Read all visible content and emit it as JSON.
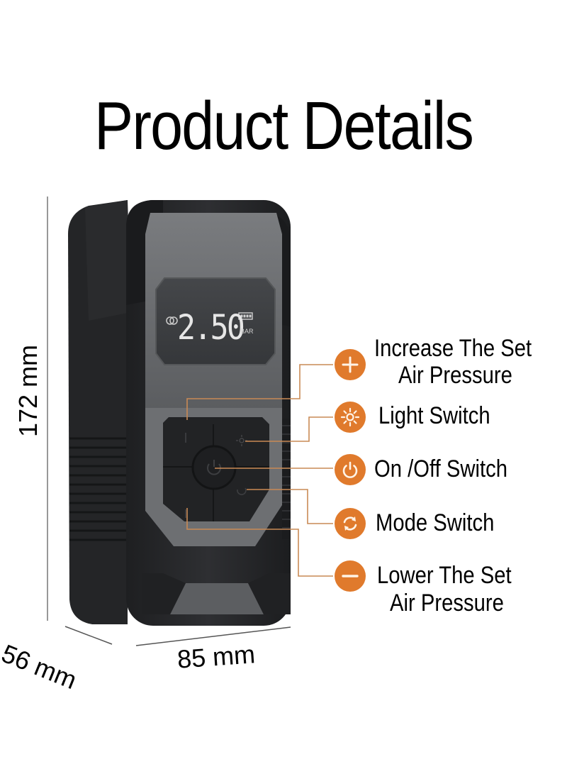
{
  "title": "Product Details",
  "dimensions": {
    "height": "172 mm",
    "depth": "56 mm",
    "width": "85 mm"
  },
  "display": {
    "value": "2.50",
    "unit": "BAR",
    "icons": [
      "tire-icon",
      "battery-icon"
    ]
  },
  "callouts": [
    {
      "icon": "plus-icon",
      "line1": "Increase The Set",
      "line2": "Air Pressure"
    },
    {
      "icon": "sun-icon",
      "line1": "Light Switch",
      "line2": ""
    },
    {
      "icon": "power-icon",
      "line1": "On /Off Switch",
      "line2": ""
    },
    {
      "icon": "refresh-icon",
      "line1": "Mode Switch",
      "line2": ""
    },
    {
      "icon": "minus-icon",
      "line1": "Lower The Set",
      "line2": "Air Pressure"
    }
  ],
  "colors": {
    "accent": "#e07a2c",
    "leader_line": "#c98a55",
    "device_body": "#2b2c2e",
    "device_panel": "#6f7174",
    "screen": "#3c3e41",
    "screen_text": "#e6e6e6"
  }
}
